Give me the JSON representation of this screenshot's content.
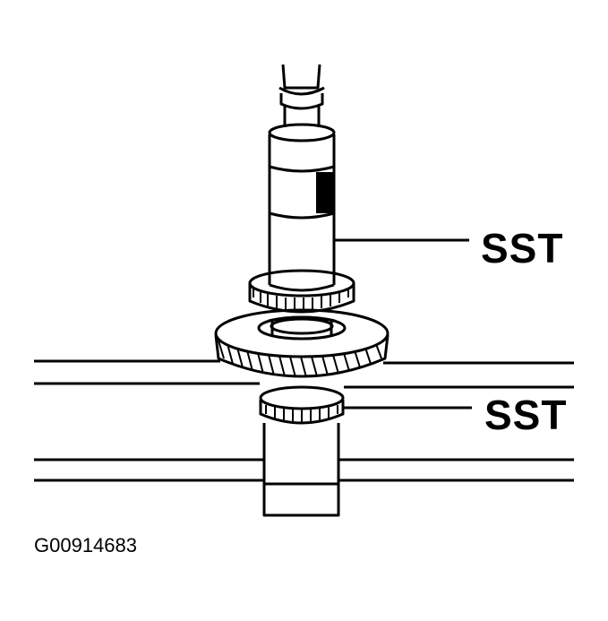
{
  "labels": {
    "upper_tool": "SST",
    "lower_tool": "SST"
  },
  "figure_id": "G00914683",
  "colors": {
    "ink": "#000000",
    "paper": "#ffffff"
  }
}
